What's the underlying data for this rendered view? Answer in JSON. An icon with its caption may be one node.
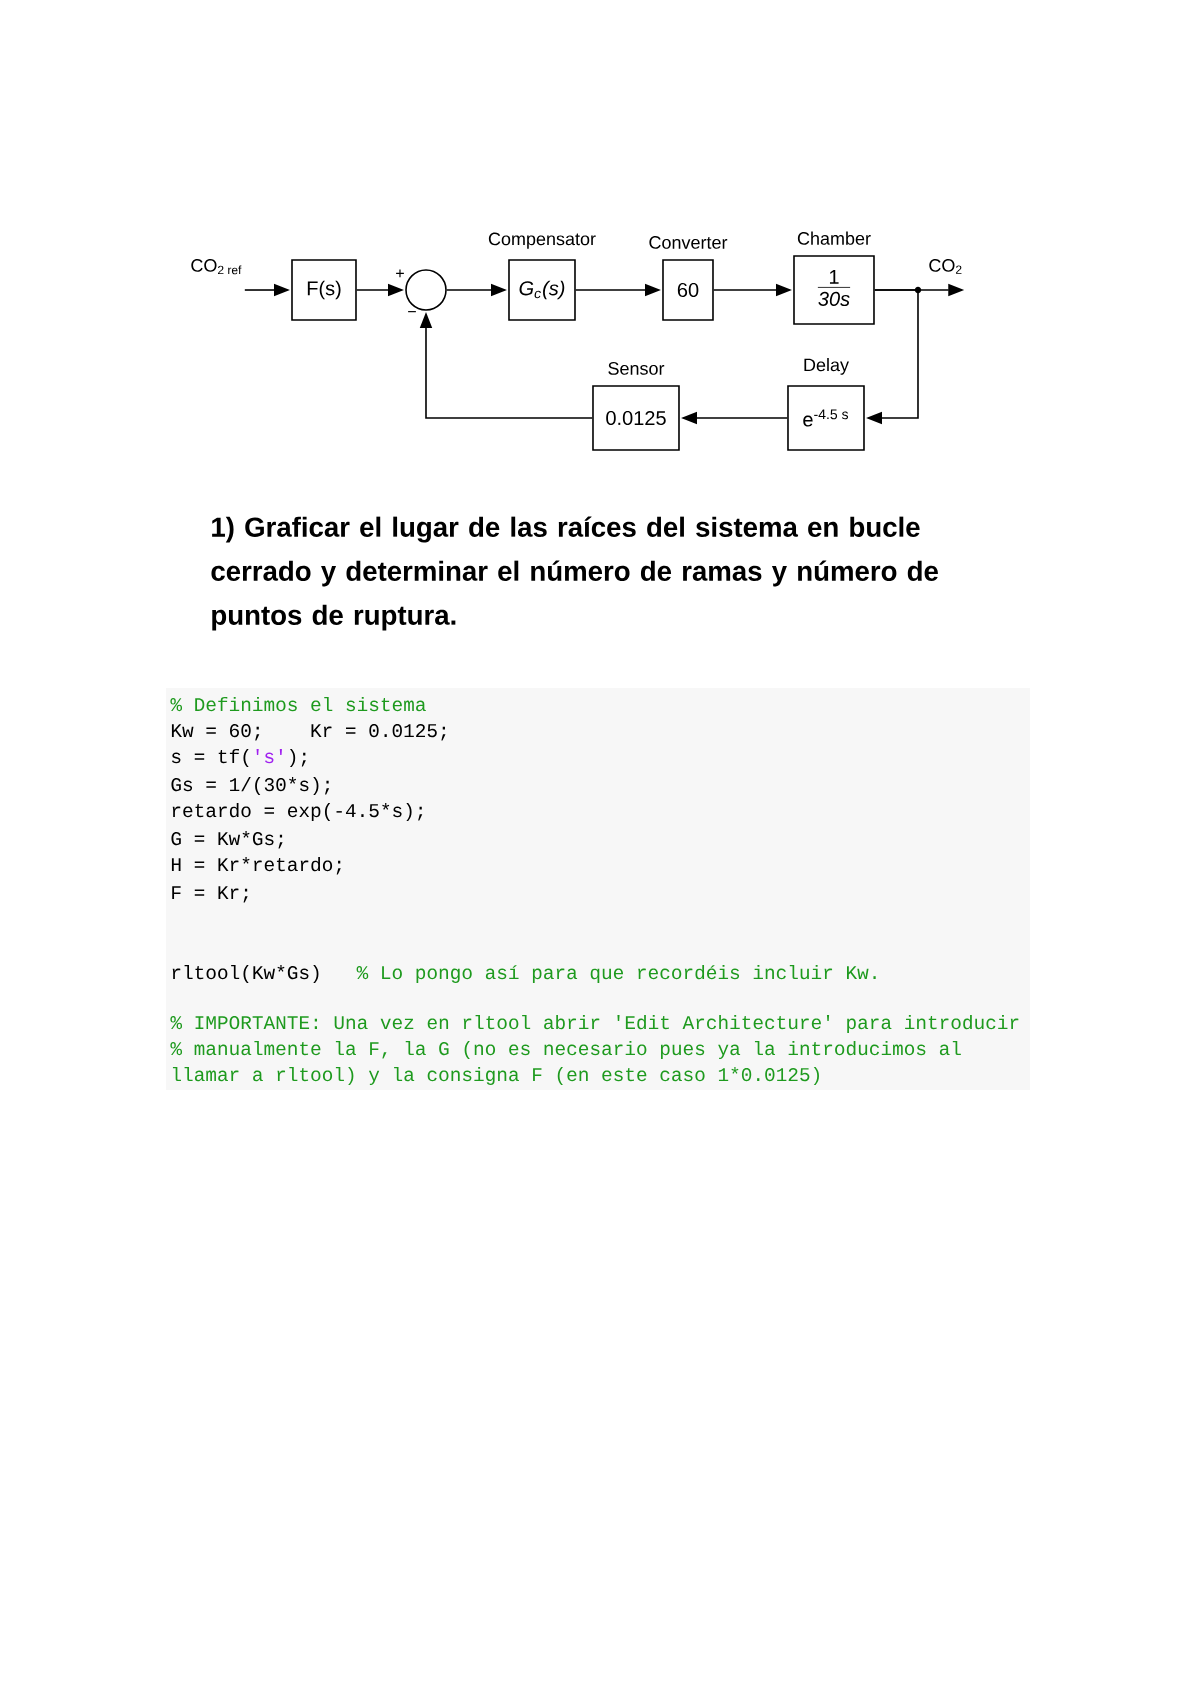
{
  "diagram": {
    "nodes": [
      {
        "text": [
          "CO$_{2 ref}$"
        ]
      },
      {
        "text": [
          "F(s)"
        ]
      },
      {
        "text": [],
        "shape": "circle"
      },
      {
        "text": [
          "Compensator",
          "G$_{c}$(s)"
        ]
      },
      {
        "text": [
          "Converter",
          "60"
        ]
      },
      {
        "text": [
          "Chamber",
          "1",
          "30s"
        ]
      },
      {
        "text": [
          "CO$_{2}$"
        ]
      },
      {
        "text": [
          "Delay",
          "e$^{-4.5 s}$"
        ]
      },
      {
        "text": [
          "Sensor",
          "0.0125"
        ]
      }
    ],
    "edges": [
      {
        "from": 0,
        "to": 1,
        "arrow": "to"
      },
      {
        "from": 1,
        "to": 2,
        "arrow": "to"
      },
      {
        "from": 2,
        "to": 3,
        "arrow": "to"
      },
      {
        "from": 3,
        "to": 4,
        "arrow": "to"
      },
      {
        "from": 4,
        "to": 5,
        "arrow": "to"
      },
      {
        "from": 5,
        "to": 6,
        "arrow": "to"
      },
      {
        "from": 5,
        "to": 7,
        "arrow": "to"
      },
      {
        "from": 7,
        "to": 8,
        "arrow": "to"
      },
      {
        "from": 8,
        "to": 2,
        "arrow": "to"
      }
    ],
    "labels": [
      "+",
      "−",
      "1) Graficar el lugar de las raíces del sistema en bucle cerrado y determinar el número de ramas y número de puntos de ruptura.",
      "% Definimos el sistema",
      "Kw = 60;",
      "Kr = 0.0125;",
      "s = tf(",
      "'s'",
      ");",
      "Gs = 1/(30*s);",
      "retardo = exp(-4.5*s);",
      "G = Kw*Gs;",
      "H = Kr*retardo;",
      "F = Kr;",
      "rltool(Kw*Gs)",
      "% Lo pongo así para que recordéis incluir Kw.",
      "% IMPORTANTE: Una vez en rltool abrir 'Edit Architecture' para introducir",
      "% manualmente la F, la G (no es necesario pues ya la introducimos al",
      "llamar a rltool) y la consigna F (en este caso 1*0.0125)"
    ]
  }
}
